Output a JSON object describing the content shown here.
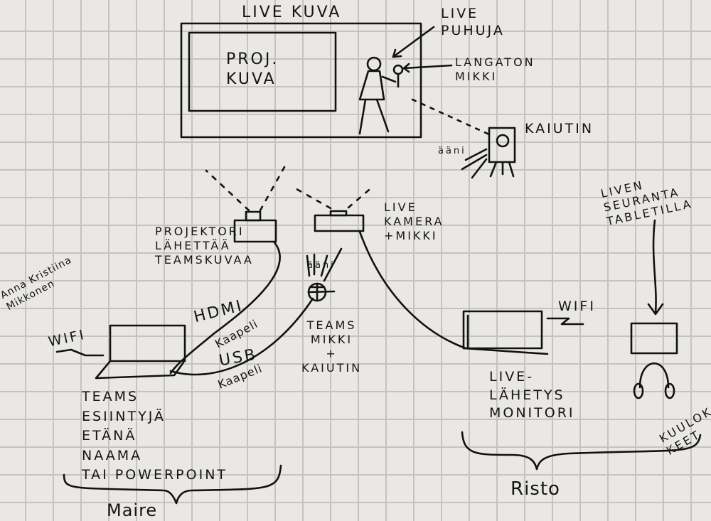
{
  "labels": {
    "live_image": "LIVE KUVA",
    "proj_image": "PROJ.\nKUVA",
    "live_speaker": "LIVE\nPUHUJA",
    "wireless_mic": "LANGATON\nMIKKI",
    "loudspeaker": "KAIUTIN",
    "sound_1": "ääni",
    "projector": "PROJEKTORI\nLÄHETTÄÄ\nTEAMSKUVAA",
    "live_camera": "LIVE\nKAMERA\n+MIKKI",
    "sound_2": "ääni",
    "laptop_owner": "Anna Kristiina\nMikkonen",
    "wifi_left": "WIFI",
    "hdmi": "HDMI",
    "hdmi_cable": "Kaapeli",
    "usb": "USB",
    "usb_cable": "Kaapeli",
    "teams_mic": "TEAMS\nMIKKI\n+\nKAIUTIN",
    "wifi_right": "WIFI",
    "tablet": "LIVEN\nSEURANTA\nTABLETILLA",
    "teams_presenter": "TEAMS\nESIINTYJÄ\nETÄNÄ\nNAAMA\nTAI POWERPOINT",
    "maire": "Maire",
    "live_monitor": "LIVE-\nLÄHETYS\nMONITORI",
    "headphones": "KUULOK-\nKEET",
    "risto": "Risto"
  }
}
